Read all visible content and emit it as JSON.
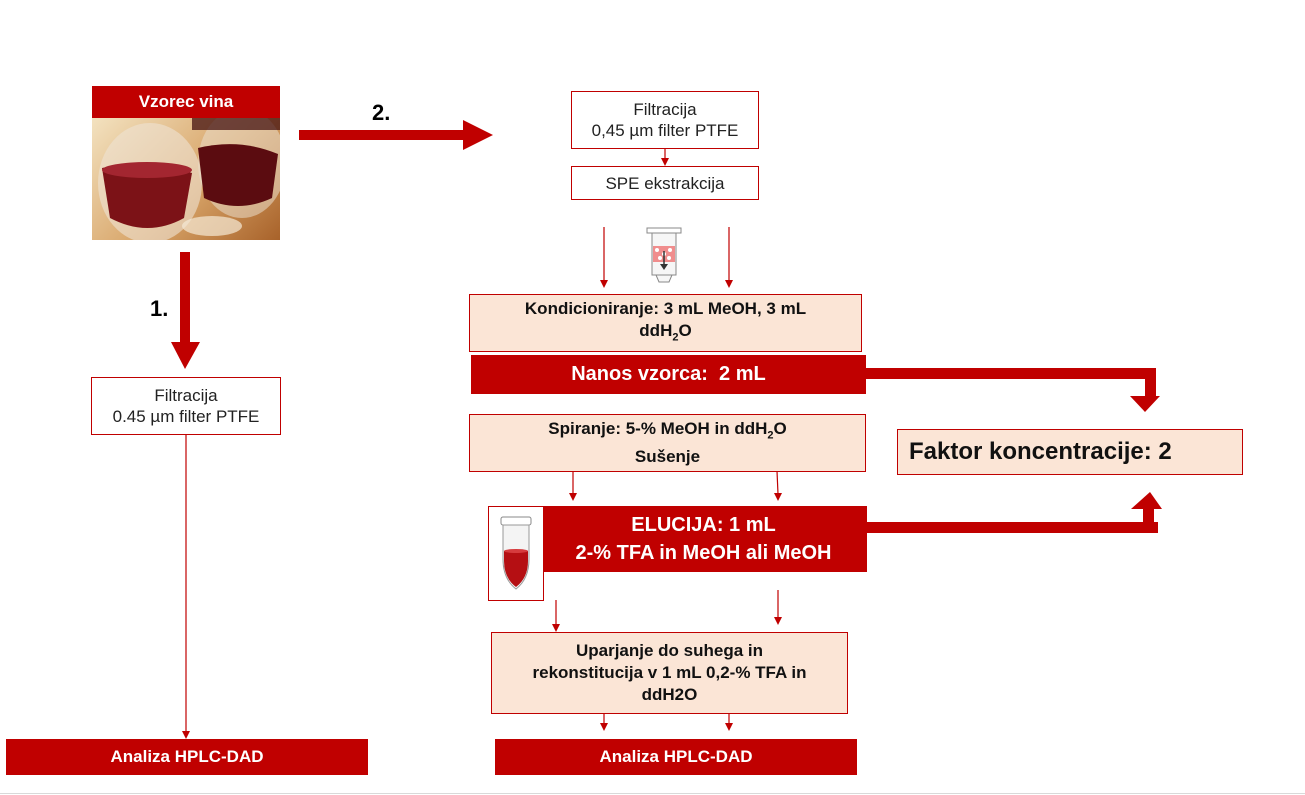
{
  "colors": {
    "accent": "#c00000",
    "peach": "#fbe5d6"
  },
  "sample": {
    "title": "Vzorec vina",
    "image_icon": "wine-glasses-photo"
  },
  "path1": {
    "label": "1.",
    "filtration_line1": "Filtracija",
    "filtration_line2": "0.45 µm filter PTFE",
    "analysis": "Analiza HPLC-DAD"
  },
  "path2": {
    "label": "2.",
    "filtration_line1": "Filtracija",
    "filtration_line2": "0,45 µm filter PTFE",
    "spe": "SPE ekstrakcija",
    "spe_icon": "spe-cartridge-icon",
    "conditioning_line1": "Kondicioniranje: 3 mL MeOH, 3 mL",
    "conditioning_line2_pre": "ddH",
    "conditioning_line2_sub": "2",
    "conditioning_line2_post": "O",
    "loading_pre": "Nanos vzorca:  2 ",
    "loading_unit": "mL",
    "rinse_line1_pre": "Spiranje: 5-% MeOH in ddH",
    "rinse_line1_sub": "2",
    "rinse_line1_post": "O",
    "rinse_line2": "Sušenje",
    "elution_line1_pre": "ELUCIJA: 1 ",
    "elution_line1_unit": "mL",
    "elution_line2_a": "2-% TFA in ",
    "elution_line2_b": "MeOH",
    "elution_line2_c": " ali ",
    "elution_line2_d": "MeOH",
    "tube_icon": "eppendorf-tube-icon",
    "evaporation_line1": "Uparjanje do suhega in",
    "evaporation_line2": "rekonstitucija v 1 mL 0,2-% TFA in",
    "evaporation_line3": "ddH2O",
    "analysis": "Analiza HPLC-DAD"
  },
  "concentration_factor": "Faktor koncentracije: 2"
}
